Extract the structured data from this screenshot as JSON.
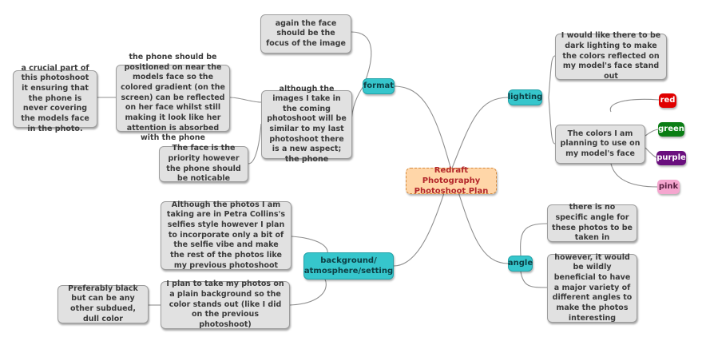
{
  "central": "Redraft Photography Photoshoot Plan",
  "branches": {
    "format": {
      "label": "format",
      "notes": [
        "again the face should be the focus of the image",
        "although the images I take in the coming photoshoot will be similar to my last photoshoot there is a new aspect; the phone",
        "the phone should be positioned on near the models face so the  colored gradient (on the screen) can be reflected on her face whilst still making it look like her attention is absorbed with the phone",
        "a crucial part of this photoshoot it ensuring that the phone is never covering the models face in the photo.",
        "The face is the priority however the phone should be noticable"
      ]
    },
    "lighting": {
      "label": "lighting",
      "notes": [
        "I would like there to be dark lighting to make the colors reflected on my model's face stand out",
        "The colors I am planning to use on my model's face"
      ],
      "colors": [
        {
          "label": "red",
          "bg": "#e00000",
          "fg": "#ffffff"
        },
        {
          "label": "green",
          "bg": "#0a7d14",
          "fg": "#ffffff"
        },
        {
          "label": "purple",
          "bg": "#6a0f7e",
          "fg": "#ffffff"
        },
        {
          "label": "pink",
          "bg": "#f5a6cf",
          "fg": "#5a2142"
        }
      ]
    },
    "background": {
      "label": "background/ atmosphere/setting",
      "notes": [
        "Although the photos I am taking are in Petra Collins's selfies style however I plan to incorporate only a bit of the selfie vibe and make the rest of the photos like my previous photoshoot",
        "I plan to take my photos on a plain background so the color stands out (like I did on the previous photoshoot)",
        "Preferably black but can be any other subdued, dull color"
      ]
    },
    "angle": {
      "label": "angle",
      "notes": [
        "there is no specific angle for these photos to be taken in",
        "however, it would be wildly beneficial to have a major variety of different angles to make the photos interesting"
      ]
    }
  }
}
